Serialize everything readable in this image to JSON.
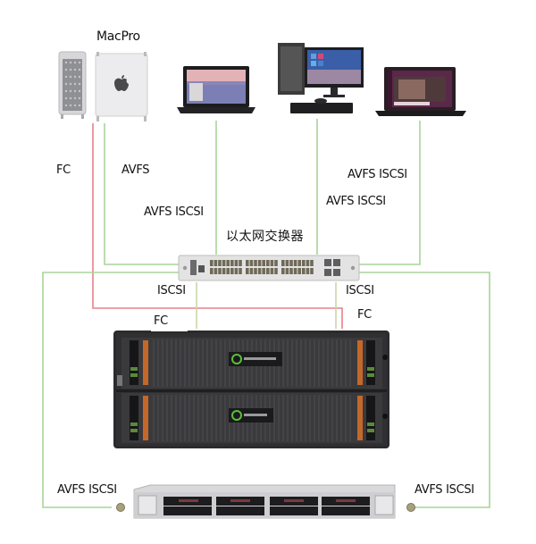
{
  "diagram": {
    "type": "network-architecture",
    "colors": {
      "fc_line": "#e8808a",
      "ethernet_line": "#a9d39a",
      "iscsi_drop_line": "#c9d6a8"
    },
    "nodes": {
      "macpro": {
        "label": "MacPro",
        "kind": "workstation",
        "icon": "mac-pro-icon"
      },
      "laptop1": {
        "kind": "laptop",
        "icon": "laptop-icon"
      },
      "desktop": {
        "kind": "desktop-pc",
        "icon": "desktop-pc-icon"
      },
      "laptop2": {
        "kind": "laptop",
        "icon": "laptop-icon"
      },
      "switch": {
        "label": "以太网交换器",
        "kind": "ethernet-switch",
        "icon": "network-switch-icon"
      },
      "storage": {
        "kind": "storage-array",
        "icon": "storage-array-icon"
      },
      "server": {
        "kind": "rack-server",
        "icon": "rack-server-icon"
      }
    },
    "labels": {
      "macpro_fc": "FC",
      "macpro_avfs": "AVFS",
      "laptop1_link": "AVFS ISCSI",
      "laptop2_link": "AVFS ISCSI",
      "desktop_link": "AVFS ISCSI",
      "switch_iscsi_left": "ISCSI",
      "switch_iscsi_right": "ISCSI",
      "storage_fc_left": "FC",
      "storage_fc_right": "FC",
      "server_left": "AVFS ISCSI",
      "server_right": "AVFS ISCSI"
    },
    "connections": [
      {
        "from": "macpro",
        "to": "storage",
        "protocol": "FC"
      },
      {
        "from": "macpro",
        "to": "switch",
        "protocol": "AVFS"
      },
      {
        "from": "laptop1",
        "to": "switch",
        "protocol": "AVFS ISCSI"
      },
      {
        "from": "desktop",
        "to": "switch",
        "protocol": "AVFS ISCSI"
      },
      {
        "from": "laptop2",
        "to": "switch",
        "protocol": "AVFS ISCSI"
      },
      {
        "from": "switch",
        "to": "storage",
        "protocol": "ISCSI"
      },
      {
        "from": "switch",
        "to": "server",
        "protocol": "AVFS ISCSI"
      }
    ]
  }
}
